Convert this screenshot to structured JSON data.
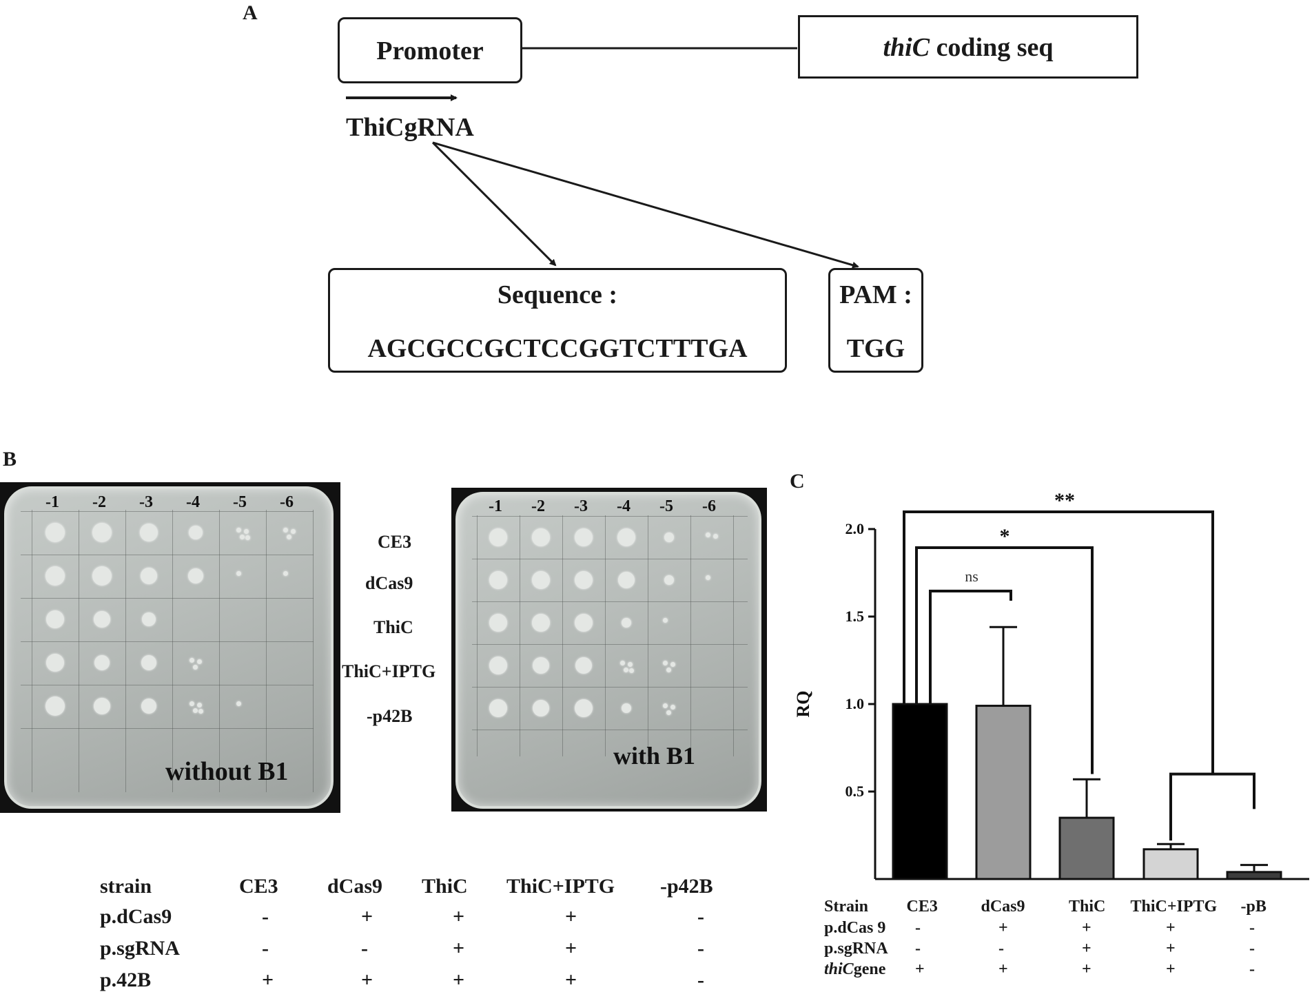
{
  "panel_labels": {
    "a": "A",
    "b": "B",
    "c": "C"
  },
  "panel_a": {
    "promoter": "Promoter",
    "coding_italic": "thiC",
    "coding_rest": " coding seq",
    "grna": "ThiCgRNA",
    "sequence_title": "Sequence :",
    "sequence": "AGCGCCGCTCCGGTCTTTGA",
    "pam_title": "PAM :",
    "pam": "TGG"
  },
  "panel_b": {
    "dilutions": [
      "-1",
      "-2",
      "-3",
      "-4",
      "-5",
      "-6"
    ],
    "row_labels": [
      "CE3",
      "dCas9",
      "ThiC",
      "ThiC+IPTG",
      "-p42B"
    ],
    "plate_left_label": "without B1",
    "plate_right_label": "with B1",
    "table": {
      "header": "strain",
      "strains": [
        "CE3",
        "dCas9",
        "ThiC",
        "ThiC+IPTG",
        "-p42B"
      ],
      "rows": [
        {
          "label": "p.dCas9",
          "values": [
            "-",
            "+",
            "+",
            "+",
            "-"
          ]
        },
        {
          "label": "p.sgRNA",
          "values": [
            "-",
            "-",
            "+",
            "+",
            "-"
          ]
        },
        {
          "label": "p.42B",
          "values": [
            "+",
            "+",
            "+",
            "+",
            "-"
          ]
        }
      ]
    }
  },
  "chart_data": {
    "type": "bar",
    "ylabel": "RQ",
    "ylim": [
      0,
      2.0
    ],
    "yticks": [
      "0.5",
      "1.0",
      "1.5",
      "2.0"
    ],
    "categories": [
      "CE3",
      "dCas9",
      "ThiC",
      "ThiC+IPTG",
      "-pB"
    ],
    "values": [
      1.0,
      0.99,
      0.35,
      0.17,
      0.04
    ],
    "error": [
      0,
      0.45,
      0.22,
      0.03,
      0.04
    ],
    "colors": [
      "#000000",
      "#9c9c9c",
      "#6f6f6f",
      "#d4d4d4",
      "#3c3c3c"
    ],
    "significance": [
      "ns",
      "*",
      "**"
    ],
    "table": {
      "header": "Strain",
      "rows": [
        {
          "label": "p.dCas 9",
          "values": [
            "-",
            "+",
            "+",
            "+",
            "-"
          ]
        },
        {
          "label": "p.sgRNA",
          "values": [
            "-",
            "-",
            "+",
            "+",
            "-"
          ]
        },
        {
          "label_italic": "thiC",
          "label_rest": "gene",
          "values": [
            "+",
            "+",
            "+",
            "+",
            "-"
          ]
        }
      ]
    }
  }
}
